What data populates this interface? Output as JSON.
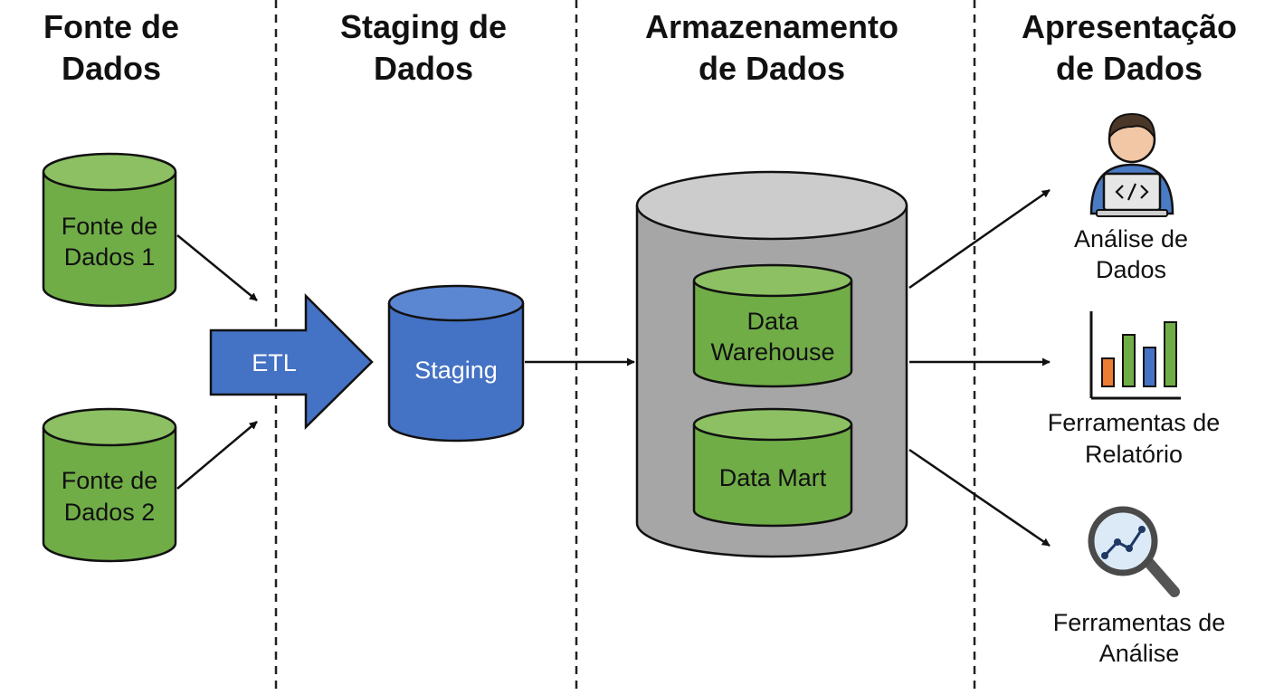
{
  "columns": [
    {
      "title_line1": "Fonte de",
      "title_line2": "Dados"
    },
    {
      "title_line1": "Staging de",
      "title_line2": "Dados"
    },
    {
      "title_line1": "Armazenamento",
      "title_line2": "de Dados"
    },
    {
      "title_line1": "Apresentação",
      "title_line2": "de Dados"
    }
  ],
  "sources": [
    {
      "line1": "Fonte de",
      "line2": "Dados 1"
    },
    {
      "line1": "Fonte de",
      "line2": "Dados 2"
    }
  ],
  "etl": {
    "label": "ETL"
  },
  "staging": {
    "label": "Staging"
  },
  "storage": {
    "warehouse": {
      "line1": "Data",
      "line2": "Warehouse"
    },
    "mart": {
      "line1": "Data Mart"
    }
  },
  "presentation": [
    {
      "line1": "Análise de",
      "line2": "Dados",
      "icon": "data-analyst-icon"
    },
    {
      "line1": "Ferramentas de",
      "line2": "Relatório",
      "icon": "bar-chart-icon"
    },
    {
      "line1": "Ferramentas de",
      "line2": "Análise",
      "icon": "magnifier-chart-icon"
    }
  ],
  "colors": {
    "source_green": "#70ad47",
    "etl_blue": "#4472c4",
    "storage_gray": "#a6a6a6",
    "bar_orange": "#ed7d31",
    "bar_green": "#70ad47",
    "bar_blue": "#4472c4"
  }
}
